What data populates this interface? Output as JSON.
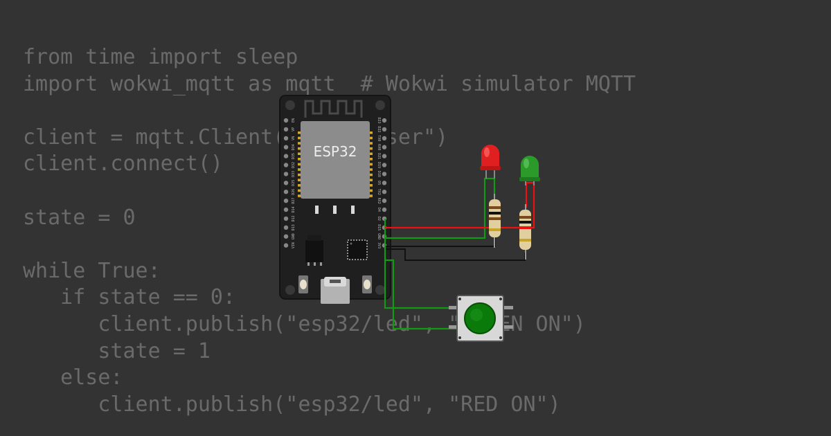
{
  "code": {
    "lines": [
      "from time import sleep",
      "import wokwi_mqtt as mqtt  # Wokwi simulator MQTT",
      "",
      "client = mqtt.Client(\"wokwi-user\")",
      "client.connect()",
      "",
      "state = 0",
      "",
      "while True:",
      "   if state == 0:",
      "      client.publish(\"esp32/led\", \"GREEN ON\")",
      "      state = 1",
      "   else:",
      "      client.publish(\"esp32/led\", \"RED ON\")"
    ]
  },
  "board": {
    "chip_label": "ESP32",
    "left_pins": [
      "EN",
      "VP",
      "VN",
      "D34",
      "D35",
      "D32",
      "D33",
      "D25",
      "D26",
      "D27",
      "D14",
      "D12",
      "D13",
      "GND",
      "VIN"
    ],
    "right_pins": [
      "D23",
      "D22",
      "TX0",
      "RX0",
      "D21",
      "D19",
      "D18",
      "D5",
      "TX2",
      "RX2",
      "D4",
      "D2",
      "D15",
      "GND",
      "3V3"
    ]
  },
  "components": {
    "red_led": {
      "color": "#e02020"
    },
    "green_led": {
      "color": "#2a9a2a"
    },
    "button": {
      "color": "#0a7a0a"
    }
  },
  "colors": {
    "background": "#333333",
    "code_text": "#6a6a6a",
    "wire_red": "#ee1111",
    "wire_green": "#139a13",
    "wire_black": "#111111"
  }
}
